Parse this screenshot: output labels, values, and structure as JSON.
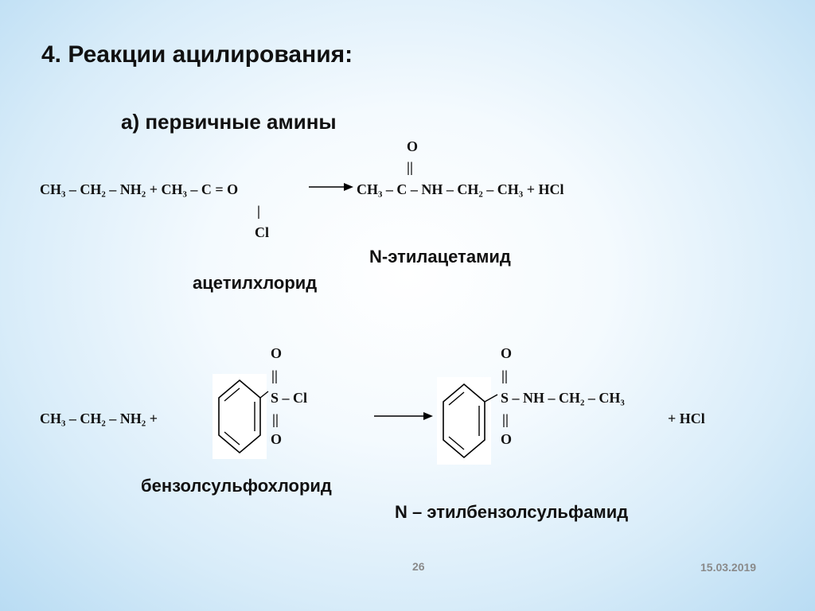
{
  "title": "4. Реакции ацилирования:",
  "subtitle": "а) первичные амины",
  "reaction1": {
    "o_top": "O",
    "double_bond": "||",
    "equation_left": "CH₃ – CH₂ – NH₂ + CH₃ – C = O",
    "equation_right": "CH₃ – C – NH – CH₂ – CH₃  + HCl",
    "single_bond": "|",
    "cl": "Cl",
    "product_name": "N-этилацетамид",
    "reagent_name": "ацетилхлорид"
  },
  "reaction2": {
    "o_top_left": "O",
    "bond_top_left": "||",
    "s_cl": "S – Cl",
    "bond_bottom_left": "||",
    "o_bottom_left": "O",
    "amine": "CH₃ – CH₂ – NH₂  +",
    "o_top_right": "O",
    "bond_top_right": "||",
    "s_nh": "S – NH – CH₂ – CH₃",
    "bond_bottom_right": "||",
    "o_bottom_right": "O",
    "hcl": "+ HCl",
    "reagent_name": "бензолсульфохлорид",
    "product_name": "N – этилбензолсульфамид"
  },
  "footer": {
    "page_number": "26",
    "date": "15.03.2019"
  }
}
